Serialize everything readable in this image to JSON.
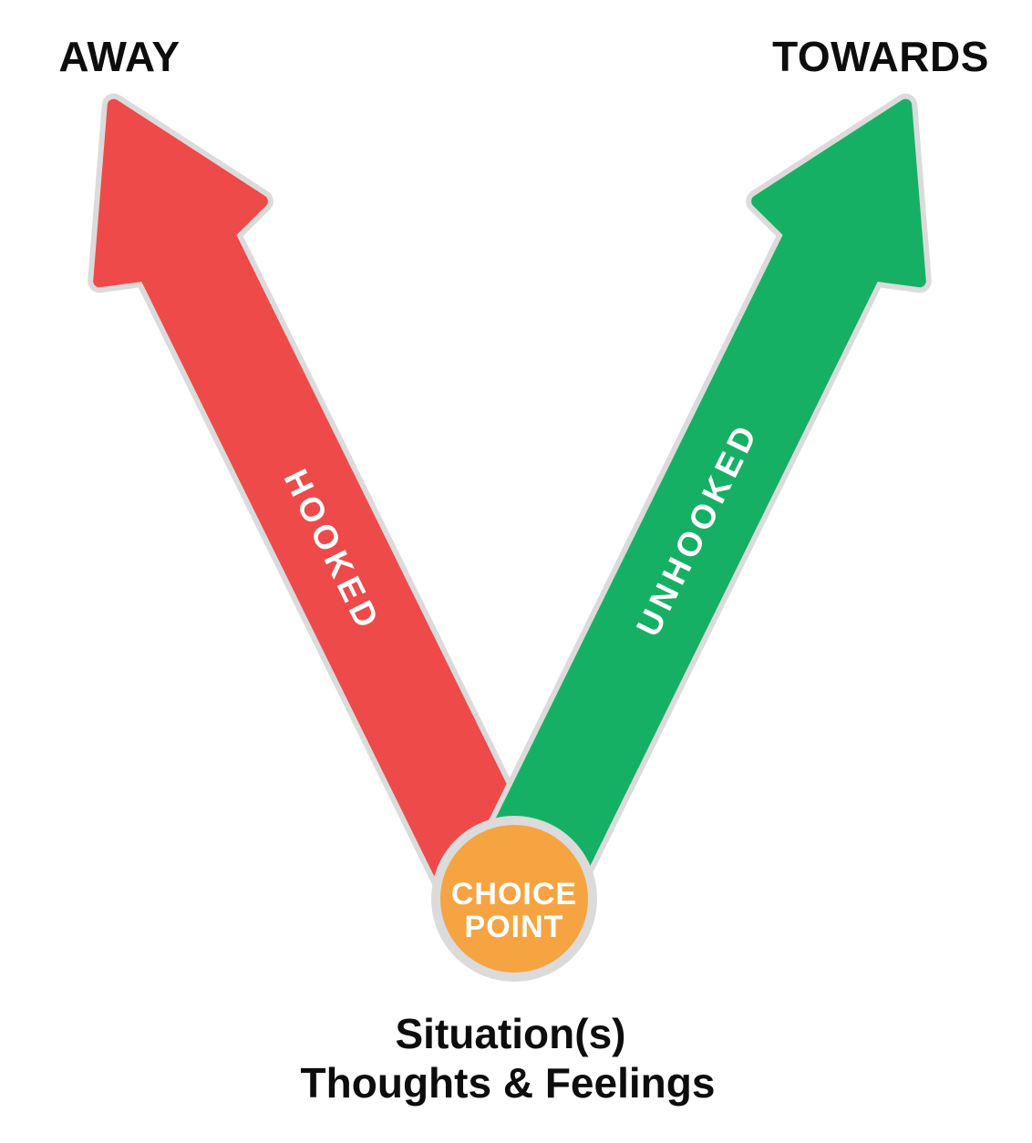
{
  "diagram": {
    "away_heading": "AWAY",
    "towards_heading": "TOWARDS",
    "away_arrow_label": "HOOKED",
    "towards_arrow_label": "UNHOOKED",
    "choice_point": {
      "line1": "CHOICE",
      "line2": "POINT"
    },
    "caption": {
      "line1": "Situation(s)",
      "line2": "Thoughts & Feelings"
    }
  },
  "colors": {
    "background": "#FFFFFF",
    "away_arrow": "#EE4A4A",
    "towards_arrow": "#16B064",
    "choice_point_circle": "#F6A441",
    "outline_gray": "#DBDBDB",
    "heading_text": "#0D0D0D",
    "arrow_label_text": "#FFFFFF"
  }
}
